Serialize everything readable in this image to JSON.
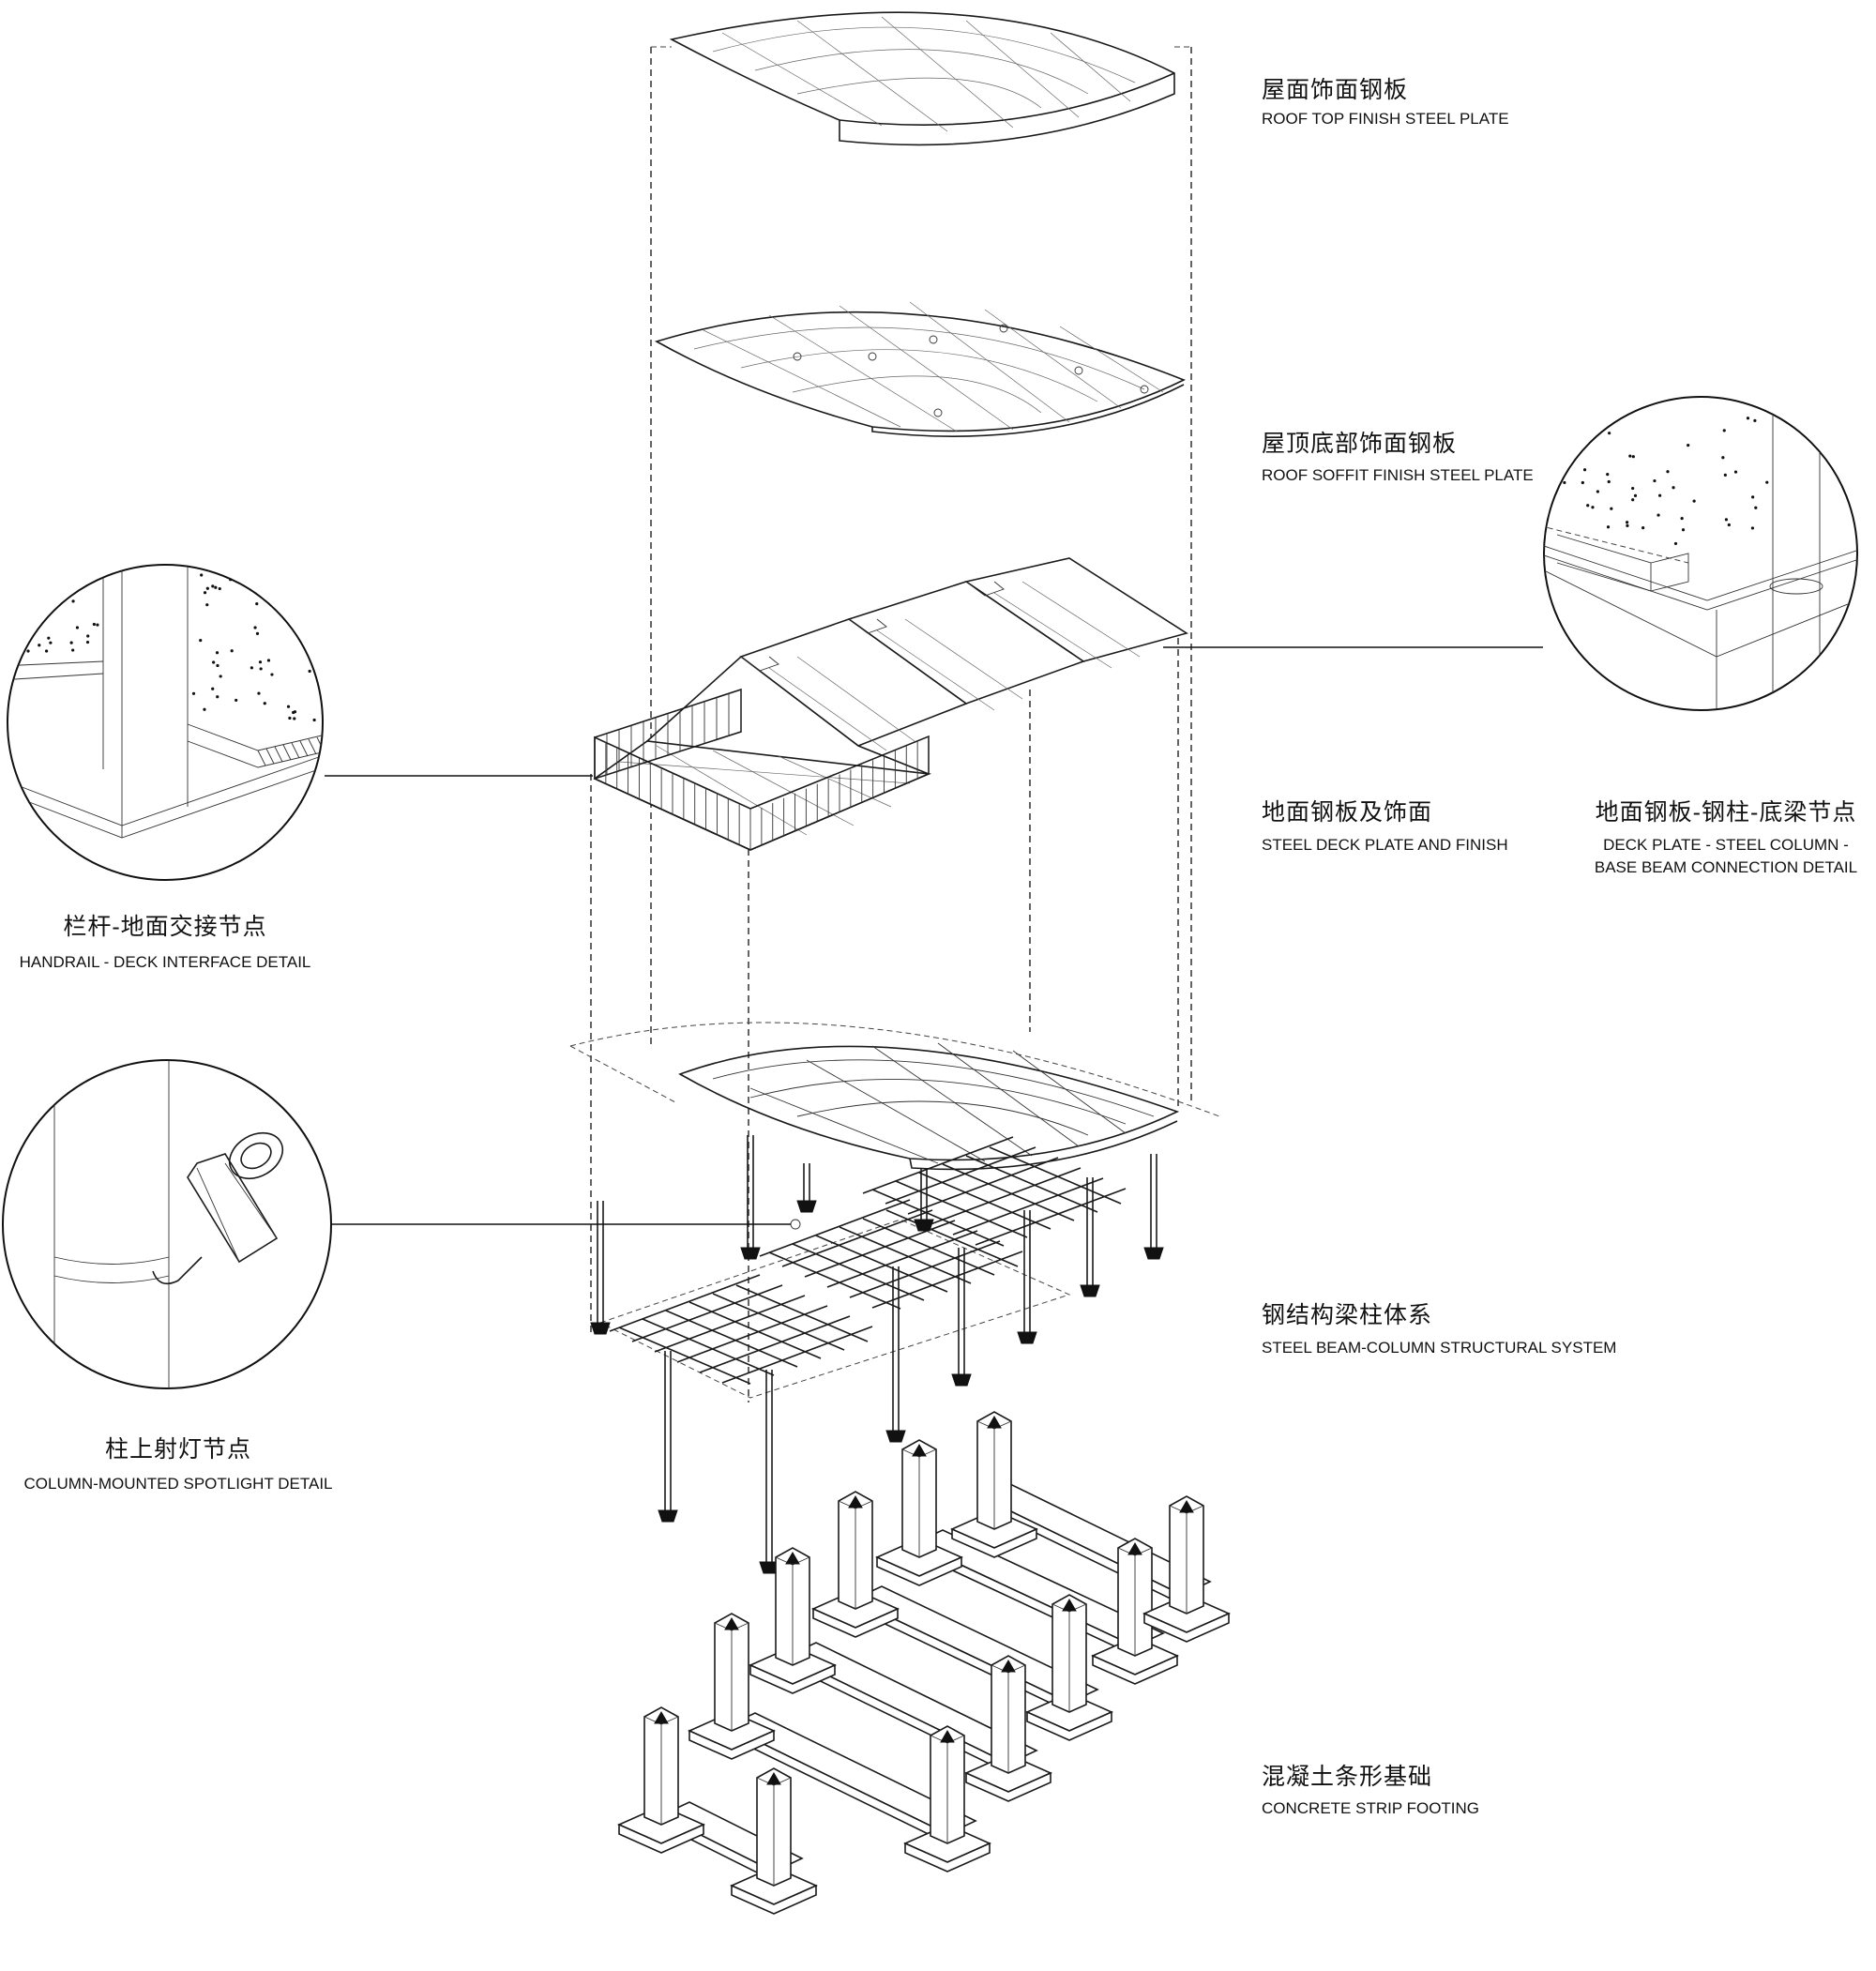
{
  "labels": {
    "roof_top": {
      "zh": "屋面饰面钢板",
      "en": "ROOF TOP FINISH STEEL PLATE"
    },
    "roof_soffit": {
      "zh": "屋顶底部饰面钢板",
      "en": "ROOF SOFFIT FINISH STEEL PLATE"
    },
    "deck": {
      "zh": "地面钢板及饰面",
      "en": "STEEL DECK PLATE AND FINISH"
    },
    "structure": {
      "zh": "钢结构梁柱体系",
      "en": "STEEL BEAM-COLUMN STRUCTURAL SYSTEM"
    },
    "footing": {
      "zh": "混凝土条形基础",
      "en": "CONCRETE STRIP FOOTING"
    }
  },
  "details": {
    "handrail": {
      "zh": "栏杆-地面交接节点",
      "en": "HANDRAIL - DECK INTERFACE DETAIL"
    },
    "deck_column": {
      "zh": "地面钢板-钢柱-底梁节点",
      "en_line1": "DECK PLATE - STEEL COLUMN -",
      "en_line2": "BASE BEAM CONNECTION DETAIL"
    },
    "spotlight": {
      "zh": "柱上射灯节点",
      "en": "COLUMN-MOUNTED SPOTLIGHT DETAIL"
    }
  }
}
